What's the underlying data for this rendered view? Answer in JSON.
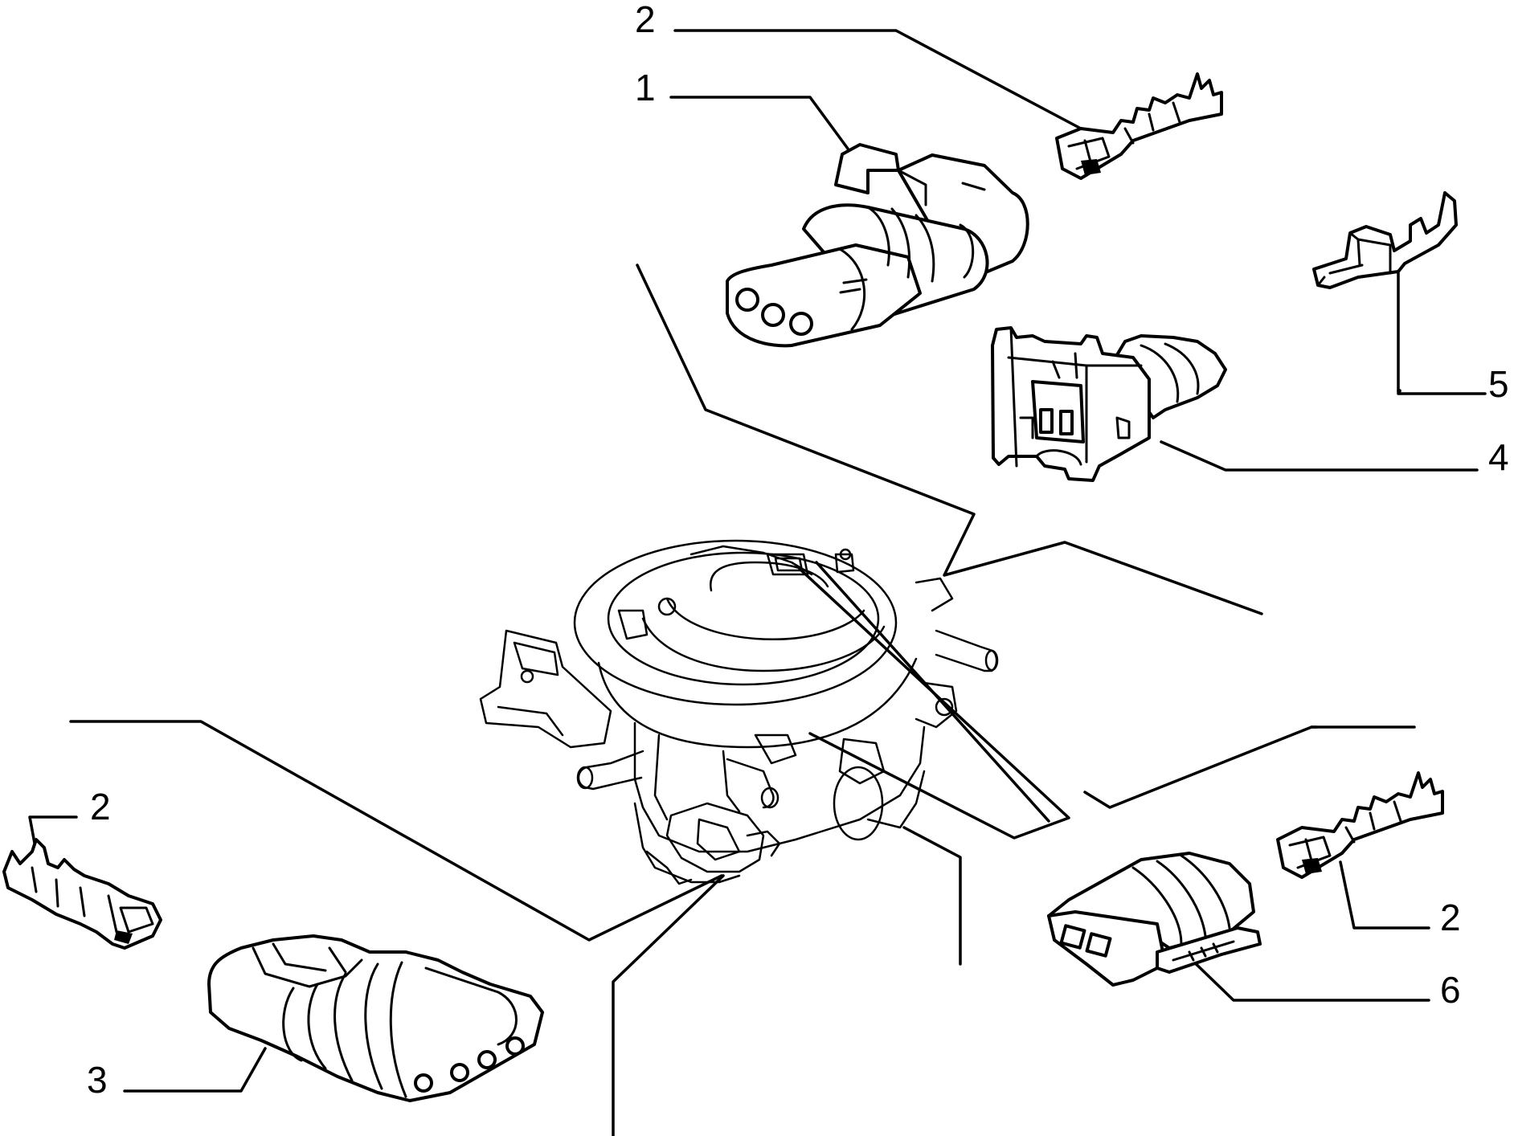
{
  "diagram": {
    "callouts": {
      "c1": "1",
      "c2_top": "2",
      "c2_left": "2",
      "c2_right": "2",
      "c3": "3",
      "c4": "4",
      "c5": "5",
      "c6": "6"
    },
    "parts": [
      {
        "callout": "1",
        "icon": "three-pin-connector-icon"
      },
      {
        "callout": "2",
        "icon": "crimp-terminal-icon"
      },
      {
        "callout": "3",
        "icon": "four-pin-connector-icon"
      },
      {
        "callout": "4",
        "icon": "two-pin-connector-with-clip-icon"
      },
      {
        "callout": "5",
        "icon": "blade-terminal-icon"
      },
      {
        "callout": "6",
        "icon": "two-pin-connector-icon"
      }
    ],
    "colors": {
      "line": "#000000",
      "background": "#ffffff"
    }
  }
}
